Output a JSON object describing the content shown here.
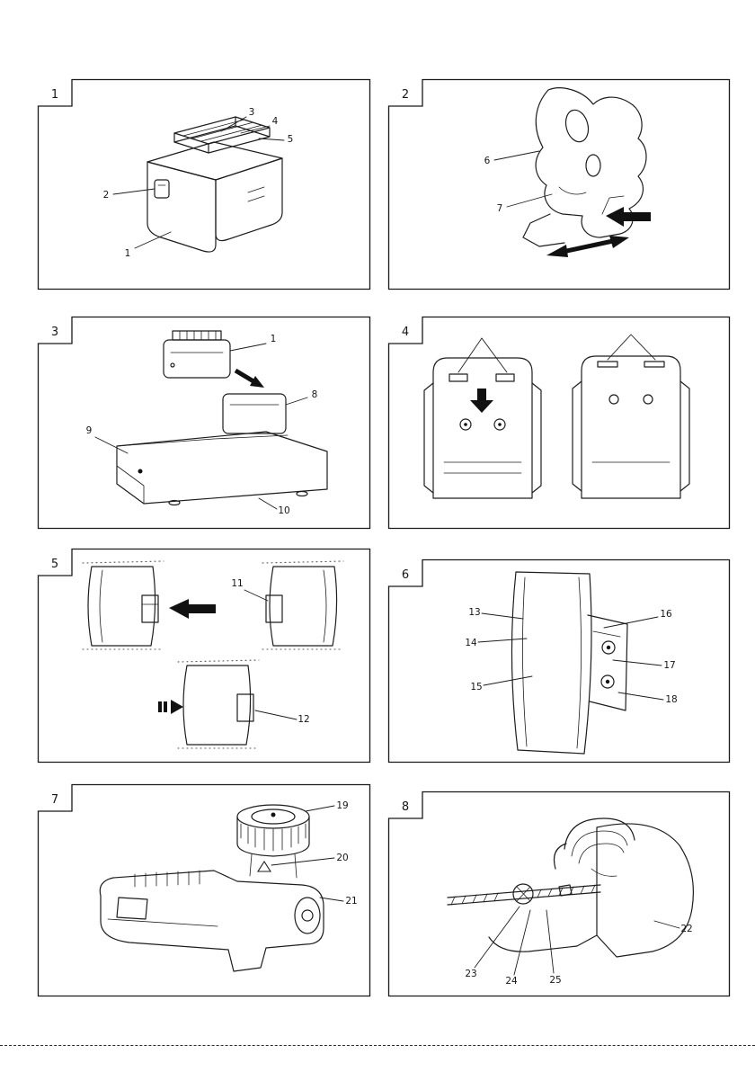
{
  "page": {
    "type": "instruction-manual-figure-page",
    "background": "#ffffff",
    "line_color": "#1d1d1d",
    "frame_color": "#1a1a1a"
  },
  "figures": [
    {
      "number": "1",
      "subject": "battery-pack",
      "callouts": [
        {
          "label": "1"
        },
        {
          "label": "2"
        },
        {
          "label": "3"
        },
        {
          "label": "4"
        },
        {
          "label": "5"
        }
      ],
      "icons": []
    },
    {
      "number": "2",
      "subject": "handle-and-trigger",
      "callouts": [
        {
          "label": "6"
        },
        {
          "label": "7"
        }
      ],
      "icons": [
        "push-arrow",
        "double-headed-arrow"
      ]
    },
    {
      "number": "3",
      "subject": "battery-and-charger",
      "callouts": [
        {
          "label": "1"
        },
        {
          "label": "8"
        },
        {
          "label": "9"
        },
        {
          "label": "10"
        }
      ],
      "icons": [
        "insert-arrow"
      ]
    },
    {
      "number": "4",
      "subject": "rear-hook-mount-views",
      "callouts": [],
      "icons": [
        "down-arrow",
        "alignment-guides"
      ]
    },
    {
      "number": "5",
      "subject": "hook-slide-views",
      "callouts": [
        {
          "label": "11"
        },
        {
          "label": "12"
        }
      ],
      "icons": [
        "slide-arrow",
        "small-slide-arrow"
      ]
    },
    {
      "number": "6",
      "subject": "hook-plate-detail",
      "callouts": [
        {
          "label": "13"
        },
        {
          "label": "14"
        },
        {
          "label": "15"
        },
        {
          "label": "16"
        },
        {
          "label": "17"
        },
        {
          "label": "18"
        }
      ],
      "icons": []
    },
    {
      "number": "7",
      "subject": "depth-adjuster-dial",
      "callouts": [
        {
          "label": "19"
        },
        {
          "label": "20"
        },
        {
          "label": "21"
        }
      ],
      "icons": [
        "triangle-mark"
      ]
    },
    {
      "number": "8",
      "subject": "feeder-knob-operation",
      "callouts": [
        {
          "label": "22"
        },
        {
          "label": "23"
        },
        {
          "label": "24"
        },
        {
          "label": "25"
        }
      ],
      "icons": []
    }
  ],
  "trim_mark": {
    "style": "dashed-line"
  }
}
